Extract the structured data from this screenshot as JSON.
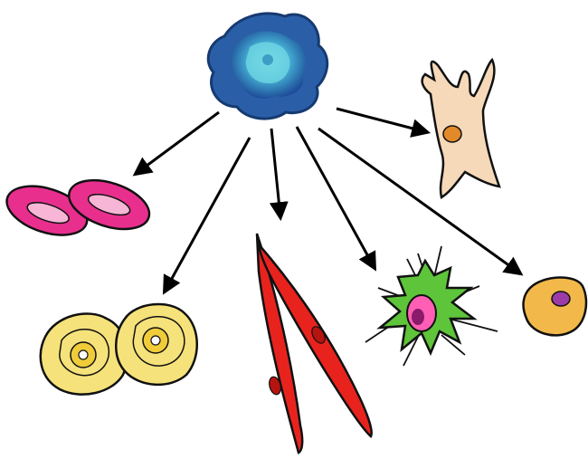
{
  "diagram": {
    "source_cell": {
      "icon": "stem-cell-icon",
      "fill": "#3a7fc1",
      "core": "#4cc4d6"
    },
    "targets": [
      {
        "name": "cell-red-blood-cells",
        "icon": "red-blood-cell-icon",
        "color": "#e82f8e"
      },
      {
        "name": "cell-fat-cells",
        "icon": "fat-cell-icon",
        "color": "#f5e27a"
      },
      {
        "name": "cell-muscle-cells",
        "icon": "muscle-cell-icon",
        "color": "#e8231e"
      },
      {
        "name": "cell-nerve-cell",
        "icon": "nerve-cell-icon",
        "color": "#5ec43a"
      },
      {
        "name": "cell-oval-cell",
        "icon": "oval-cell-icon",
        "color": "#f2b94a"
      },
      {
        "name": "cell-branched-cell",
        "icon": "branched-cell-icon",
        "color": "#f6d9b8"
      }
    ],
    "arrow_color": "#000000",
    "arrow_count": 6
  }
}
